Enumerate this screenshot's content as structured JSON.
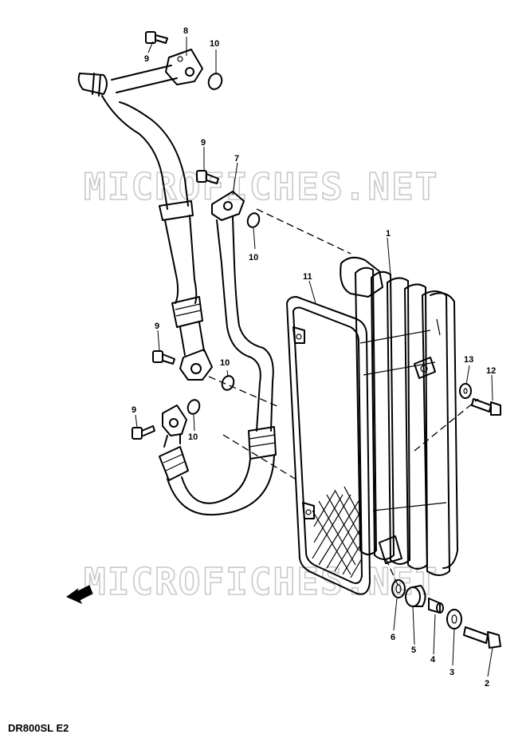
{
  "watermarks": [
    "MICROFICHES.NET",
    "MICROFICHES.NET"
  ],
  "footer_label": "DR800SL  E2",
  "callouts": {
    "c1": "1",
    "c2": "2",
    "c3": "3",
    "c4": "4",
    "c5": "5",
    "c6": "6",
    "c7": "7",
    "c8": "8",
    "c9a": "9",
    "c9b": "9",
    "c9c": "9",
    "c9d": "9",
    "c10a": "10",
    "c10b": "10",
    "c10c": "10",
    "c10d": "10",
    "c11": "11",
    "c12": "12",
    "c13": "13"
  }
}
